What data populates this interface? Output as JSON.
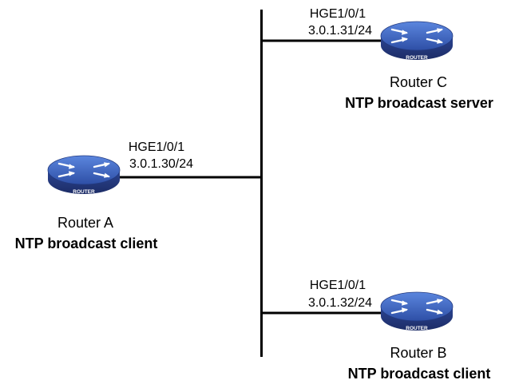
{
  "colors": {
    "line": "#000000",
    "router_top": "#3a5fbf",
    "router_side": "#2a3f86",
    "router_arrows": "#ffffff"
  },
  "router_icon_text": "ROUTER",
  "routers": {
    "a": {
      "name": "Router A",
      "role": "NTP broadcast client",
      "interface": "HGE1/0/1",
      "ip": "3.0.1.30/24"
    },
    "b": {
      "name": "Router B",
      "role": "NTP broadcast client",
      "interface": "HGE1/0/1",
      "ip": "3.0.1.32/24"
    },
    "c": {
      "name": "Router C",
      "role": "NTP broadcast server",
      "interface": "HGE1/0/1",
      "ip": "3.0.1.31/24"
    }
  }
}
